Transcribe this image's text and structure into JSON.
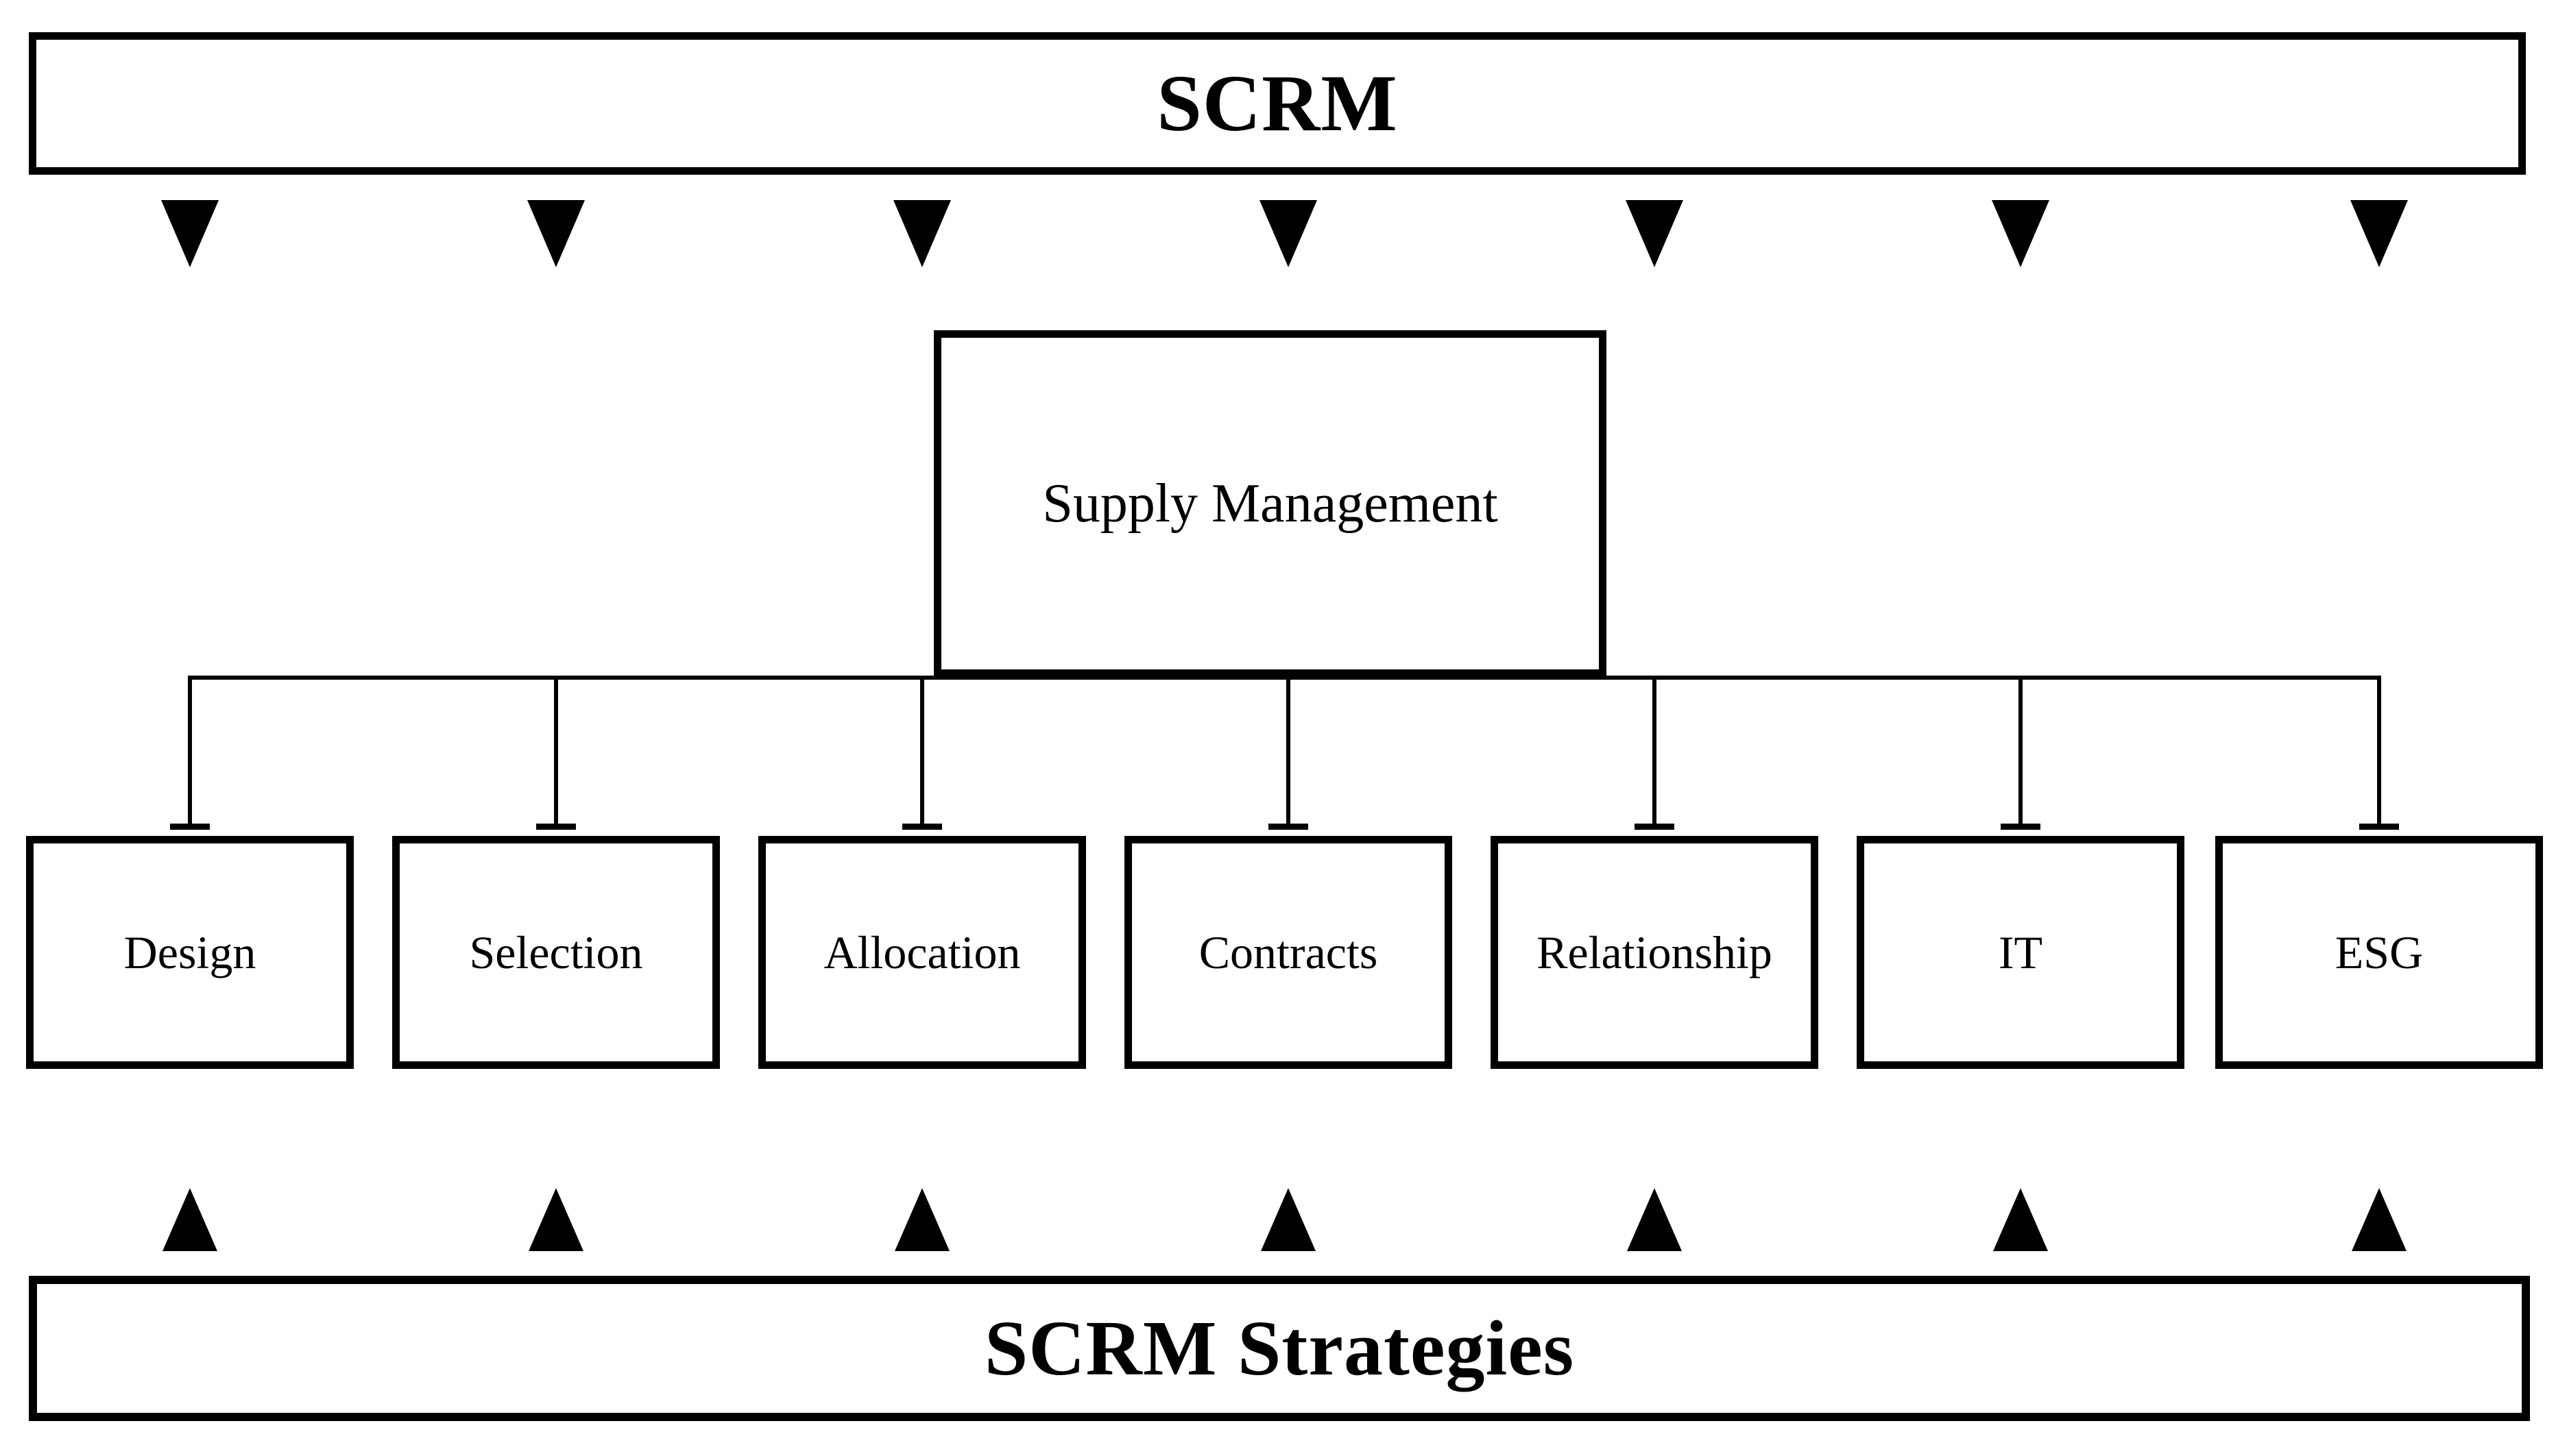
{
  "diagram": {
    "top_banner": {
      "label": "SCRM"
    },
    "supply_box": {
      "label": "Supply Management"
    },
    "children": [
      {
        "label": "Design"
      },
      {
        "label": "Selection"
      },
      {
        "label": "Allocation"
      },
      {
        "label": "Contracts"
      },
      {
        "label": "Relationship"
      },
      {
        "label": "IT"
      },
      {
        "label": "ESG"
      }
    ],
    "bottom_banner": {
      "label": "SCRM Strategies"
    },
    "icons": {
      "down_arrow": "filled-triangle-down",
      "up_arrow": "filled-triangle-up"
    },
    "colors": {
      "ink": "#000000",
      "background": "#ffffff"
    }
  }
}
